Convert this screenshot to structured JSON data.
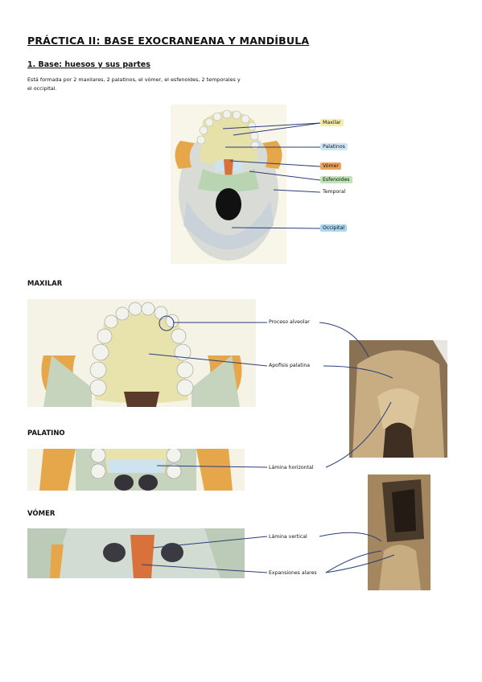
{
  "title": "PRÁCTICA II: BASE EXOCRANEANA Y MANDÍBULA",
  "section1": {
    "heading": "1. Base: huesos y sus partes",
    "intro": "Está formada por 2 maxilares, 2 palatinos, el vómer, el esfenoides, 2 temporales y el occipital."
  },
  "skull_labels": [
    {
      "text": "Maxilar",
      "color": "#f6eda9"
    },
    {
      "text": "Palatinos",
      "color": "#cfe7f5"
    },
    {
      "text": "Vómer",
      "color": "#f0a35a"
    },
    {
      "text": "Esfenoides",
      "color": "#bfe4b6"
    },
    {
      "text": "Temporal",
      "color": ""
    },
    {
      "text": "Occipital",
      "color": "#a9d6ee"
    }
  ],
  "sections": {
    "maxilar": {
      "title": "MAXILAR",
      "labels": [
        "Proceso alveolar",
        "Apofisis palatina"
      ]
    },
    "palatino": {
      "title": "PALATINO",
      "labels": [
        "Lámina horizontal"
      ]
    },
    "vomer": {
      "title": "VÓMER",
      "labels": [
        "Lámina vertical",
        "Expansiones alares"
      ]
    }
  }
}
